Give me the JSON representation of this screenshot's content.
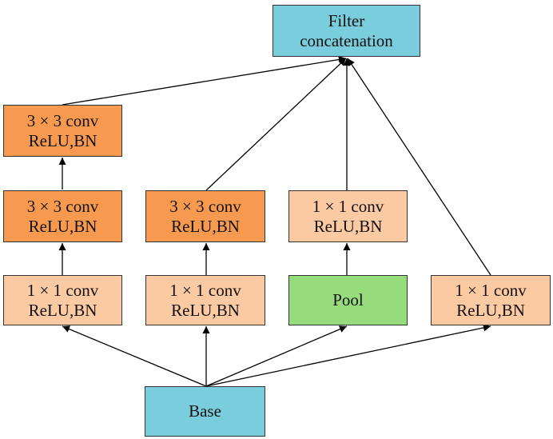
{
  "colors": {
    "cyan": "#79cddc",
    "orange_dark": "#f79a50",
    "orange_light": "#fbc9a2",
    "green": "#96dc7c",
    "line": "#000000"
  },
  "nodes": {
    "filter_concat": {
      "line1": "Filter",
      "line2": "concatenation"
    },
    "b1_conv3_top": {
      "line1": "3 × 3 conv",
      "line2": "ReLU,BN"
    },
    "b1_conv3_mid": {
      "line1": "3 × 3 conv",
      "line2": "ReLU,BN"
    },
    "b1_conv1": {
      "line1": "1 × 1 conv",
      "line2": "ReLU,BN"
    },
    "b2_conv3": {
      "line1": "3 × 3 conv",
      "line2": "ReLU,BN"
    },
    "b2_conv1": {
      "line1": "1 × 1 conv",
      "line2": "ReLU,BN"
    },
    "b3_conv1": {
      "line1": "1 × 1 conv",
      "line2": "ReLU,BN"
    },
    "b3_pool": {
      "line1": "Pool"
    },
    "b4_conv1": {
      "line1": "1 × 1 conv",
      "line2": "ReLU,BN"
    },
    "base": {
      "line1": "Base"
    }
  }
}
